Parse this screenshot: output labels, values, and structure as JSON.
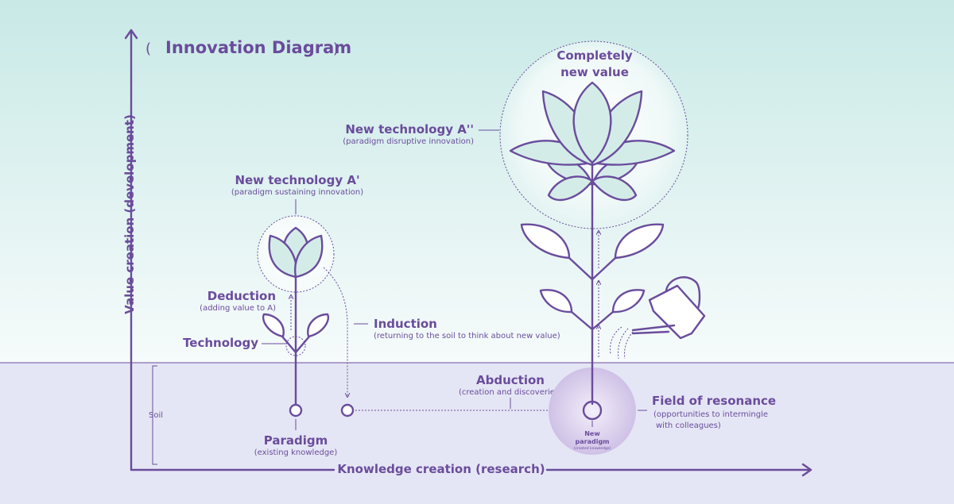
{
  "title": "Innovation Diagram",
  "title_open": "(",
  "title_close": ")",
  "axes": {
    "y_label": "Value creation (development)",
    "x_label": "Knowledge creation (research)"
  },
  "soil": {
    "label": "Soil"
  },
  "left_flower": {
    "title": "New technology A'",
    "subtitle": "(paradigm sustaining innovation)",
    "deduction": "Deduction",
    "deduction_sub": "(adding value to A)",
    "technology": "Technology",
    "paradigm": "Paradigm",
    "paradigm_sub": "(existing knowledge)"
  },
  "induction": {
    "label": "Induction",
    "sub": "(returning to the soil to think about new value)"
  },
  "abduction": {
    "label": "Abduction",
    "sub": "(creation and discoveries)"
  },
  "right_flower": {
    "top_line1": "Completely",
    "top_line2": "new value",
    "title": "New technology A''",
    "subtitle": "(paradigm disruptive innovation)",
    "new_paradigm_line1": "New",
    "new_paradigm_line2": "paradigm",
    "new_paradigm_sub": "(created knowledge)"
  },
  "field": {
    "label": "Field of resonance",
    "sub1": "(opportunities to intermingle",
    "sub2": "with colleagues)"
  },
  "colors": {
    "accent": "#6a4c9c",
    "sky_top": "#c8e9e6",
    "soil": "#e5e6f5",
    "petal": "#d3ece8"
  },
  "icons": [
    "watering-can-icon",
    "flower-icon",
    "seed-icon"
  ]
}
